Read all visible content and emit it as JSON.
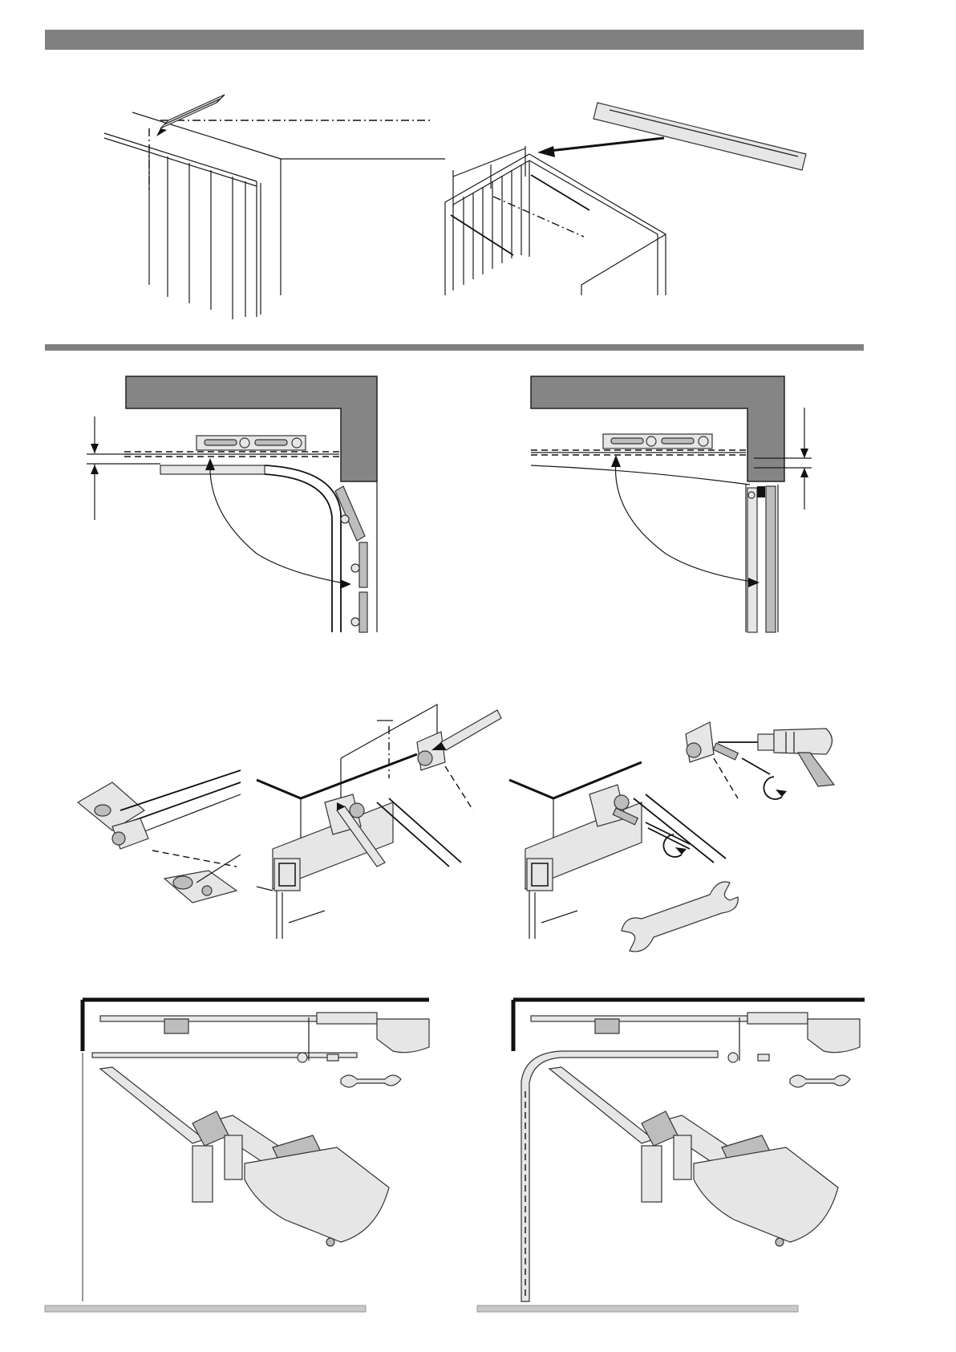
{
  "document": {
    "type": "installation manual illustrations",
    "colors": {
      "header_bar": "#808080",
      "wall": "#858585",
      "line": "#111111",
      "background": "#ffffff"
    }
  },
  "sections": [
    {
      "id": "marking-centerline",
      "figures": [
        "garage-door-centerline-marking",
        "door-frame-ruler-measurement"
      ]
    },
    {
      "id": "rail-levelling",
      "figures": [
        "sectional-door-rail-level",
        "straight-door-rail-level"
      ]
    },
    {
      "id": "bracket-mounting",
      "figures": [
        "bracket-detail",
        "bracket-hole-marking",
        "bracket-drill-and-fix"
      ]
    },
    {
      "id": "opener-mounting",
      "figures": [
        "opener-on-flat-ceiling",
        "opener-on-sectional-door"
      ]
    }
  ],
  "icons": [
    "pencil-icon",
    "ruler-icon",
    "spirit-level-icon",
    "drill-icon",
    "wrench-icon",
    "screw-icon",
    "rotation-arrow-icon"
  ]
}
